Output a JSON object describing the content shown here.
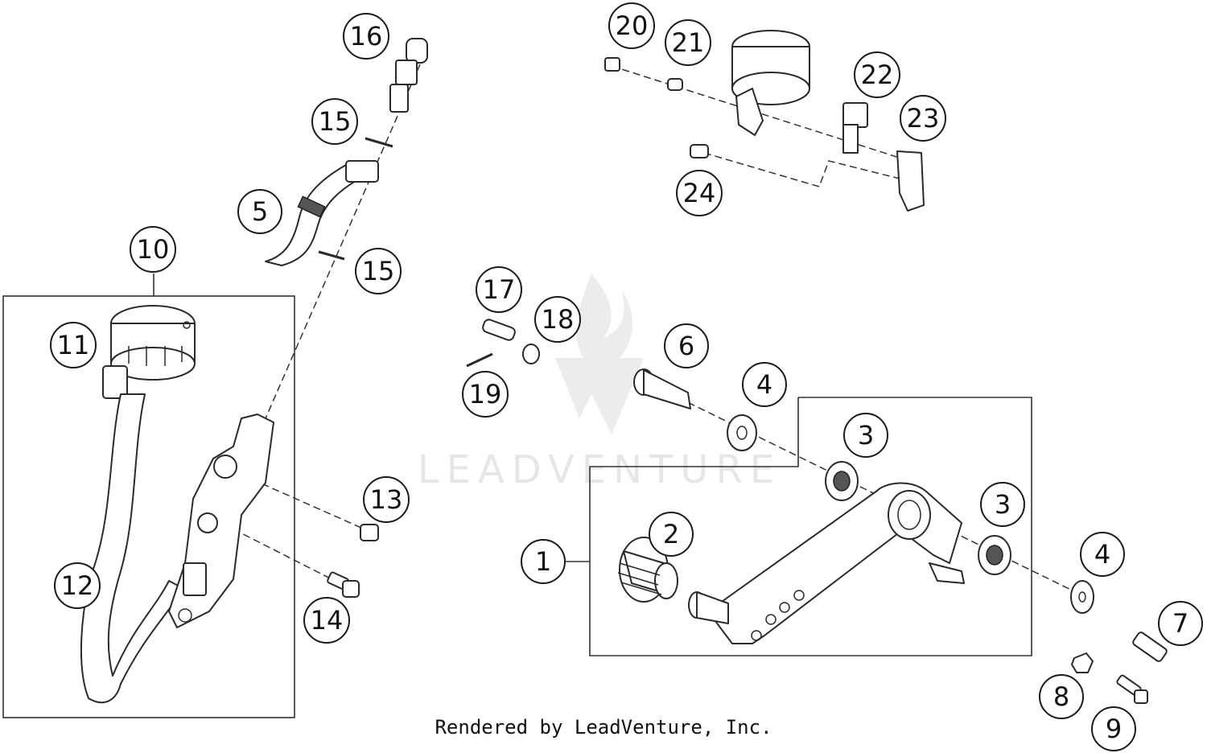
{
  "callouts": [
    "1",
    "2",
    "3",
    "3",
    "4",
    "4",
    "5",
    "6",
    "7",
    "8",
    "9",
    "10",
    "11",
    "12",
    "13",
    "14",
    "15",
    "15",
    "16",
    "17",
    "18",
    "19",
    "20",
    "21",
    "22",
    "23",
    "24"
  ],
  "watermark": "LEADVENTURE",
  "credit": "Rendered by LeadVenture, Inc.",
  "colors": {
    "line": "#2a2a2a",
    "watermark": "#e6e6e6",
    "background": "#ffffff"
  }
}
